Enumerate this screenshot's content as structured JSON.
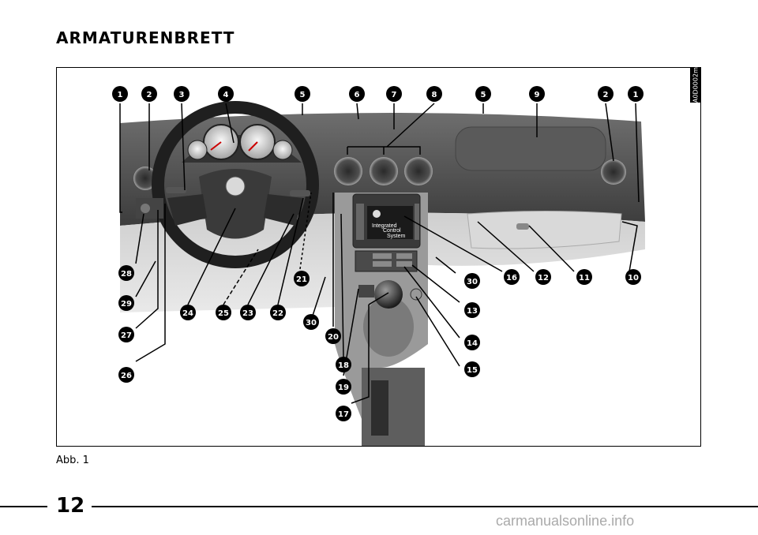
{
  "page": {
    "title": "ARMATURENBRETT",
    "figure_code": "A0D0002m",
    "caption": "Abb. 1",
    "page_number": "12",
    "watermark": "carmanualsonline.info"
  },
  "screen": {
    "line1": "Integrated",
    "line2": "Control",
    "line3": "System"
  },
  "callouts": [
    "1",
    "2",
    "3",
    "4",
    "5",
    "6",
    "7",
    "8",
    "5",
    "9",
    "2",
    "1",
    "28",
    "29",
    "27",
    "26",
    "24",
    "25",
    "23",
    "22",
    "21",
    "30",
    "20",
    "18",
    "19",
    "17",
    "30",
    "16",
    "12",
    "11",
    "10",
    "13",
    "14",
    "15"
  ]
}
